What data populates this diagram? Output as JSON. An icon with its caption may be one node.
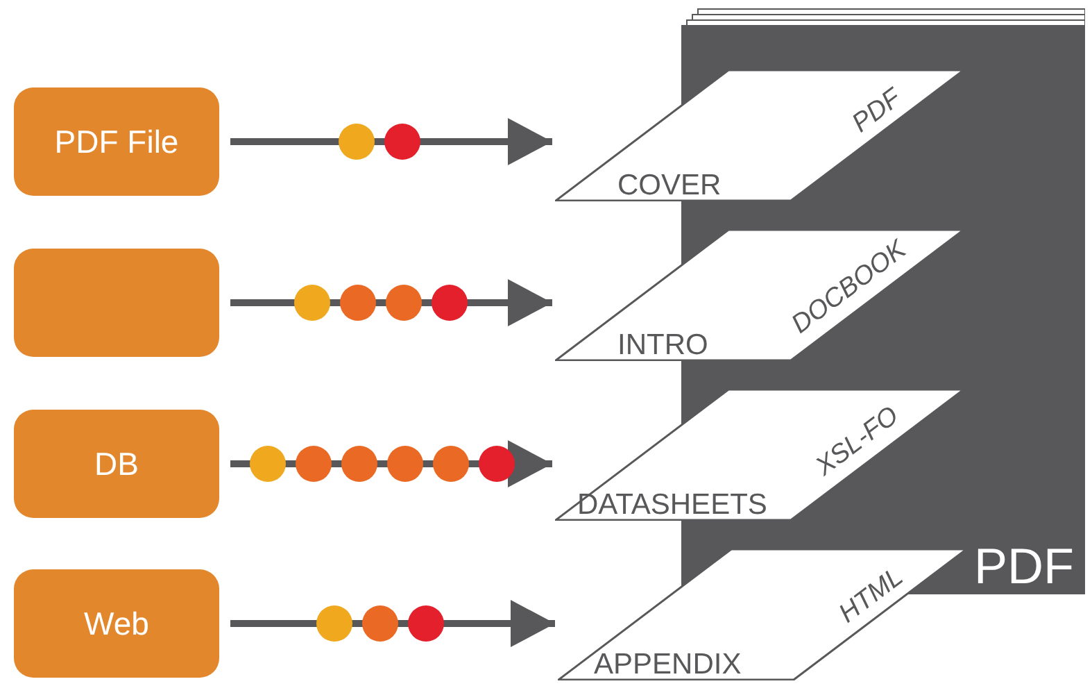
{
  "diagram": {
    "nodes": [
      {
        "text": [
          "PDF File"
        ]
      },
      {
        "text": [],
        "shape": "box"
      },
      {
        "text": [
          "DB"
        ]
      },
      {
        "text": [
          "Web"
        ]
      },
      {
        "text": [
          "PDF"
        ]
      },
      {
        "text": [
          "COVER",
          "PDF"
        ]
      },
      {
        "text": [
          "INTRO",
          "DOCBOOK"
        ]
      },
      {
        "text": [
          "DATASHEETS",
          "XSL-FO"
        ]
      },
      {
        "text": [
          "APPENDIX",
          "HTML"
        ]
      }
    ],
    "edges": [
      {
        "from": 0,
        "to": 5,
        "arrow": "to"
      },
      {
        "from": 1,
        "to": 6,
        "arrow": "to"
      },
      {
        "from": 2,
        "to": 7,
        "arrow": "to"
      },
      {
        "from": 3,
        "to": 8,
        "arrow": "to"
      }
    ]
  }
}
